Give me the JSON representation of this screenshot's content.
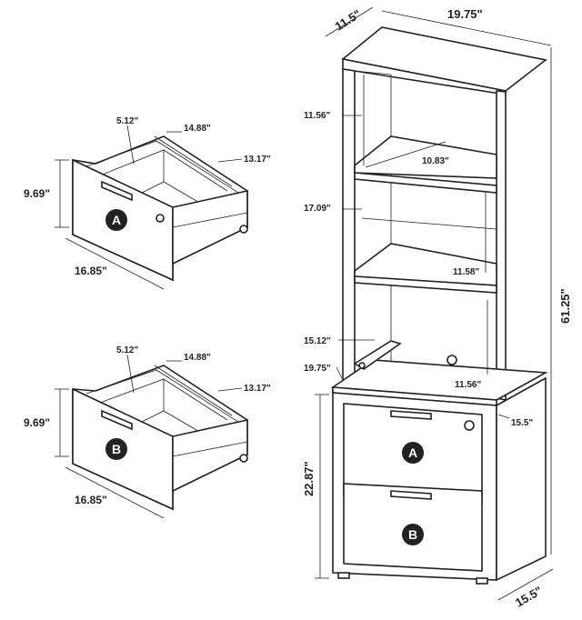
{
  "drawer_a": {
    "badge": "A",
    "dims": {
      "depth": "5.12\"",
      "width": "14.88\"",
      "inner": "13.17\"",
      "height": "9.69\"",
      "length": "16.85\""
    }
  },
  "drawer_b": {
    "badge": "B",
    "dims": {
      "depth": "5.12\"",
      "width": "14.88\"",
      "inner": "13.17\"",
      "height": "9.69\"",
      "length": "16.85\""
    }
  },
  "cabinet": {
    "top_depth": "11.5\"",
    "top_width": "19.75\"",
    "shelf_gap_top": "11.56\"",
    "shelf_depth": "10.83\"",
    "shelf_gap_mid": "17.09\"",
    "shelf_gap_right": "11.58\"",
    "lower_gap": "15.12\"",
    "desk_width": "19.75\"",
    "desk_gap": "11.56\"",
    "total_height": "61.25\"",
    "base_depth_side": "15.5\"",
    "base_height": "22.87\"",
    "base_depth_bottom": "15.5\"",
    "drawer_upper_badge": "A",
    "drawer_lower_badge": "B"
  }
}
